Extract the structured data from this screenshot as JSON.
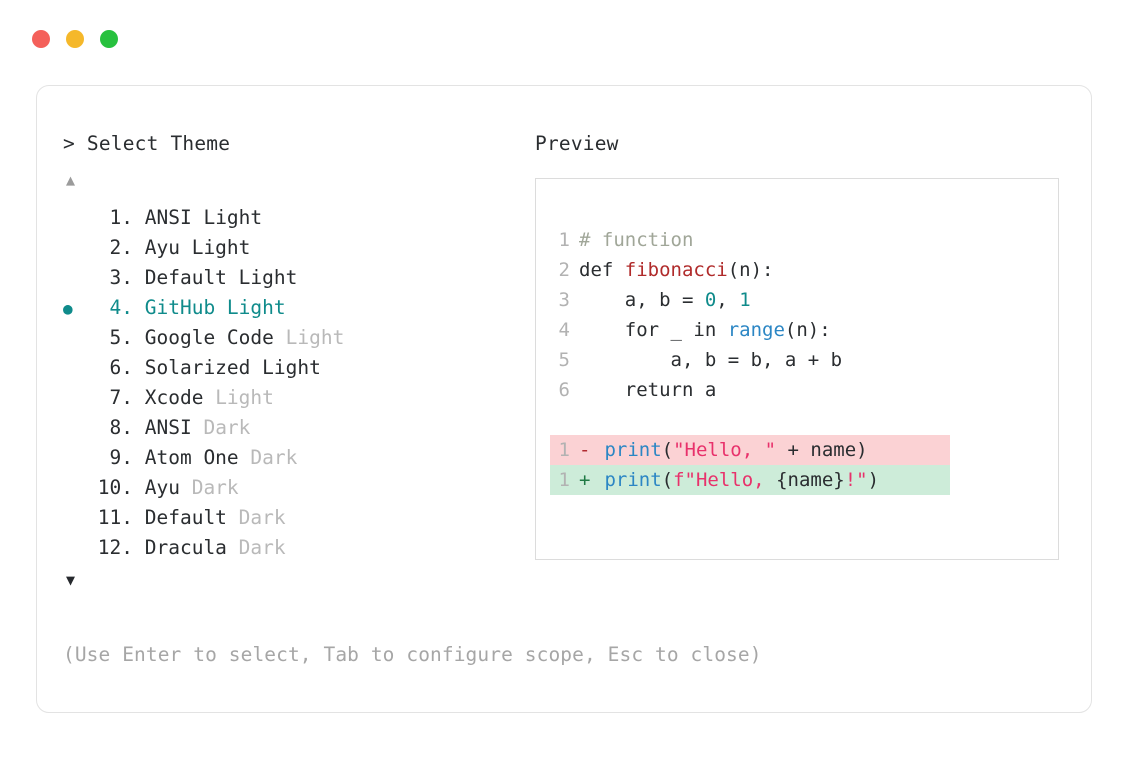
{
  "window": {
    "traffic_lights": [
      {
        "name": "close",
        "color": "#f4605a"
      },
      {
        "name": "minimize",
        "color": "#f5b82a"
      },
      {
        "name": "maximize",
        "color": "#27c13e"
      }
    ]
  },
  "left_panel": {
    "title": "> Select Theme",
    "scroll_up_icon": "▲",
    "scroll_down_icon": "▼",
    "selected_index": 4,
    "selected_bullet": "●",
    "accent_color": "#0f8b8b",
    "items": [
      {
        "index": "1.",
        "name": "ANSI",
        "variant": "Light",
        "variant_muted": false,
        "selected": false,
        "bullet": ""
      },
      {
        "index": "2.",
        "name": "Ayu",
        "variant": "Light",
        "variant_muted": false,
        "selected": false,
        "bullet": ""
      },
      {
        "index": "3.",
        "name": "Default",
        "variant": "Light",
        "variant_muted": false,
        "selected": false,
        "bullet": ""
      },
      {
        "index": "4.",
        "name": "GitHub",
        "variant": "Light",
        "variant_muted": false,
        "selected": true,
        "bullet": "●"
      },
      {
        "index": "5.",
        "name": "Google Code",
        "variant": "Light",
        "variant_muted": true,
        "selected": false,
        "bullet": ""
      },
      {
        "index": "6.",
        "name": "Solarized",
        "variant": "Light",
        "variant_muted": false,
        "selected": false,
        "bullet": ""
      },
      {
        "index": "7.",
        "name": "Xcode",
        "variant": "Light",
        "variant_muted": true,
        "selected": false,
        "bullet": ""
      },
      {
        "index": "8.",
        "name": "ANSI",
        "variant": "Dark",
        "variant_muted": true,
        "selected": false,
        "bullet": ""
      },
      {
        "index": "9.",
        "name": "Atom One",
        "variant": "Dark",
        "variant_muted": true,
        "selected": false,
        "bullet": ""
      },
      {
        "index": "10.",
        "name": "Ayu",
        "variant": "Dark",
        "variant_muted": true,
        "selected": false,
        "bullet": ""
      },
      {
        "index": "11.",
        "name": "Default",
        "variant": "Dark",
        "variant_muted": true,
        "selected": false,
        "bullet": ""
      },
      {
        "index": "12.",
        "name": "Dracula",
        "variant": "Dark",
        "variant_muted": true,
        "selected": false,
        "bullet": ""
      }
    ]
  },
  "hint": "(Use Enter to select, Tab to configure scope, Esc to close)",
  "right_panel": {
    "title": "Preview",
    "code_lines": [
      {
        "ln": "1",
        "tokens": [
          {
            "t": "# function",
            "c": "tok-comment"
          }
        ]
      },
      {
        "ln": "2",
        "tokens": [
          {
            "t": "def ",
            "c": "tok-plain"
          },
          {
            "t": "fibonacci",
            "c": "tok-func"
          },
          {
            "t": "(n):",
            "c": "tok-plain"
          }
        ]
      },
      {
        "ln": "3",
        "tokens": [
          {
            "t": "    a, b = ",
            "c": "tok-plain"
          },
          {
            "t": "0",
            "c": "tok-number"
          },
          {
            "t": ", ",
            "c": "tok-plain"
          },
          {
            "t": "1",
            "c": "tok-number"
          }
        ]
      },
      {
        "ln": "4",
        "tokens": [
          {
            "t": "    for _ in ",
            "c": "tok-plain"
          },
          {
            "t": "range",
            "c": "tok-builtin"
          },
          {
            "t": "(n):",
            "c": "tok-plain"
          }
        ]
      },
      {
        "ln": "5",
        "tokens": [
          {
            "t": "        a, b = b, a + b",
            "c": "tok-plain"
          }
        ]
      },
      {
        "ln": "6",
        "tokens": [
          {
            "t": "    return a",
            "c": "tok-plain"
          }
        ]
      }
    ],
    "diff_lines": [
      {
        "ln": "1",
        "mark": "-",
        "kind": "del",
        "bg": "#fbd2d4",
        "tokens": [
          {
            "t": "print",
            "c": "tok-builtin"
          },
          {
            "t": "(",
            "c": "tok-plain"
          },
          {
            "t": "\"Hello, \"",
            "c": "tok-string"
          },
          {
            "t": " + name)",
            "c": "tok-plain"
          }
        ]
      },
      {
        "ln": "1",
        "mark": "+",
        "kind": "add",
        "bg": "#cdecd9",
        "tokens": [
          {
            "t": "print",
            "c": "tok-builtin"
          },
          {
            "t": "(",
            "c": "tok-plain"
          },
          {
            "t": "f\"Hello, ",
            "c": "tok-string"
          },
          {
            "t": "{name}",
            "c": "tok-plain"
          },
          {
            "t": "!\"",
            "c": "tok-string"
          },
          {
            "t": ")",
            "c": "tok-plain"
          }
        ]
      }
    ]
  }
}
